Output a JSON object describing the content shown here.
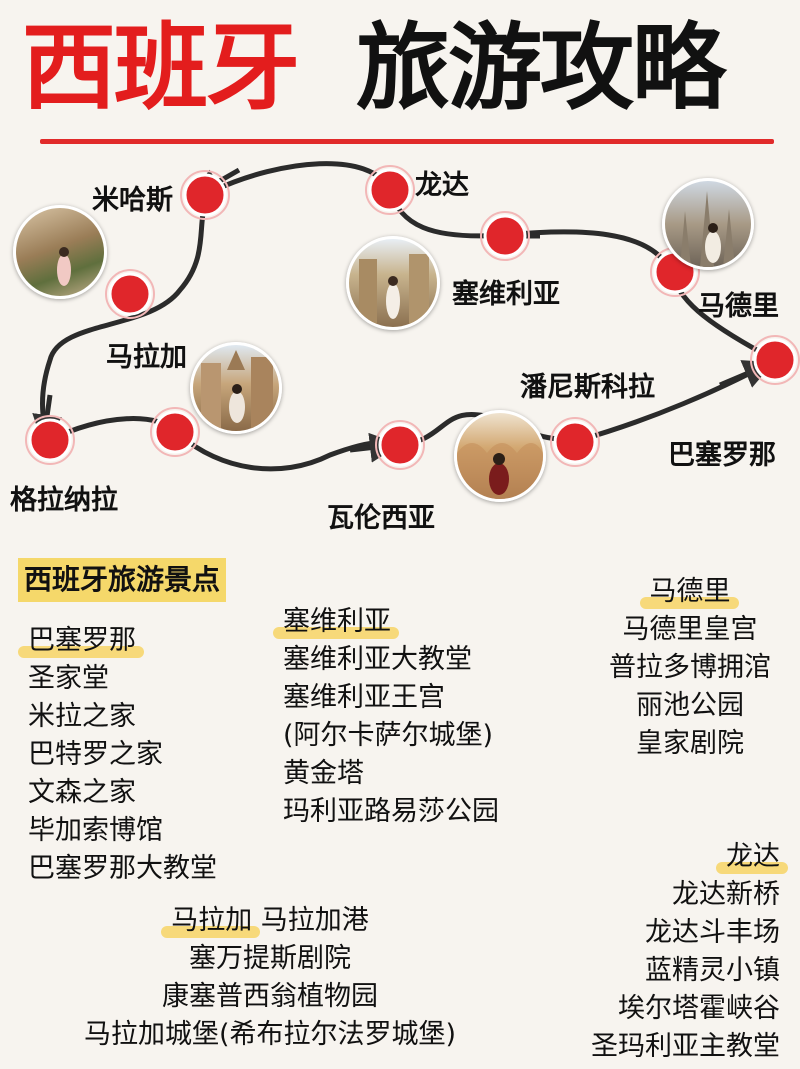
{
  "title": {
    "part1": "西班牙",
    "part2": "旅游攻略"
  },
  "route": {
    "cities": {
      "mihas": "米哈斯",
      "ronda": "龙达",
      "seville": "塞维利亚",
      "madrid": "马德里",
      "malaga": "马拉加",
      "pnsk": "潘尼斯科拉",
      "barcelona": "巴塞罗那",
      "granada": "格拉纳拉",
      "valencia": "瓦伦西亚"
    }
  },
  "attractions": {
    "heading": "西班牙旅游景点",
    "barcelona": {
      "name": "巴塞罗那",
      "items": [
        "圣家堂",
        "米拉之家",
        "巴特罗之家",
        "文森之家",
        "毕加索博馆",
        "巴塞罗那大教堂"
      ]
    },
    "seville": {
      "name": "塞维利亚",
      "items": [
        "塞维利亚大教堂",
        "塞维利亚王宫",
        "(阿尔卡萨尔城堡)",
        "黄金塔",
        "玛利亚路易莎公园"
      ]
    },
    "madrid": {
      "name": "马德里",
      "items": [
        "马德里皇宫",
        "普拉多博拥涫",
        "丽池公园",
        "皇家剧院"
      ]
    },
    "malaga": {
      "name": "马拉加",
      "first_item": "马拉加港",
      "items": [
        "塞万提斯剧院",
        "康塞普西翁植物园",
        "马拉加城堡(希布拉尔法罗城堡)"
      ]
    },
    "ronda": {
      "name": "龙达",
      "items": [
        "龙达新桥",
        "龙达斗丰场",
        "蓝精灵小镇",
        "埃尔塔霍峡谷",
        "圣玛利亚主教堂"
      ]
    }
  },
  "colors": {
    "accent_red": "#e31d1d",
    "highlight": "#f7d97a",
    "heading_bg": "#f5d86a"
  }
}
